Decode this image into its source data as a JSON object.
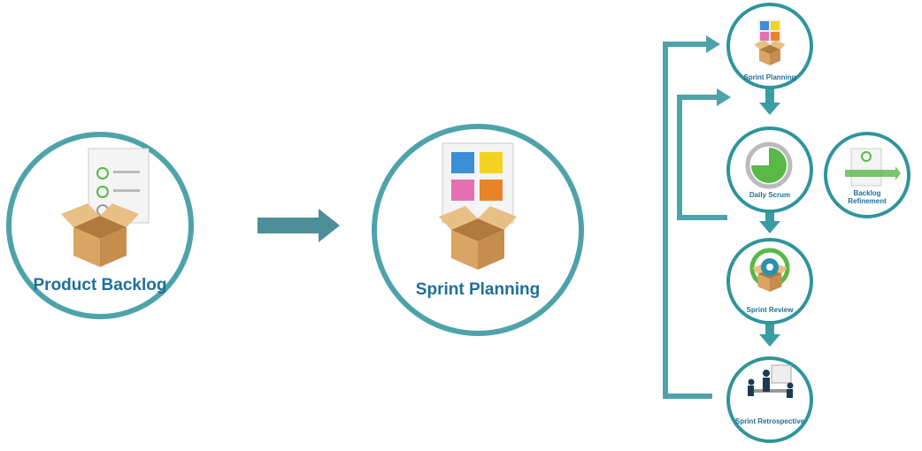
{
  "main_flow": {
    "product_backlog": "Product Backlog",
    "sprint_planning": "Sprint Planning"
  },
  "sprint_cycle": {
    "sprint_planning": "Sprint Planning",
    "daily_scrum": "Daily Scrum",
    "backlog_refinement": "Backlog Refinement",
    "sprint_review": "Sprint Review",
    "sprint_retrospective": "Sprint Retrospective"
  },
  "colors": {
    "teal": "#3a9da6",
    "label": "#1f6f9a",
    "green": "#58b947",
    "box": "#d9a563"
  }
}
